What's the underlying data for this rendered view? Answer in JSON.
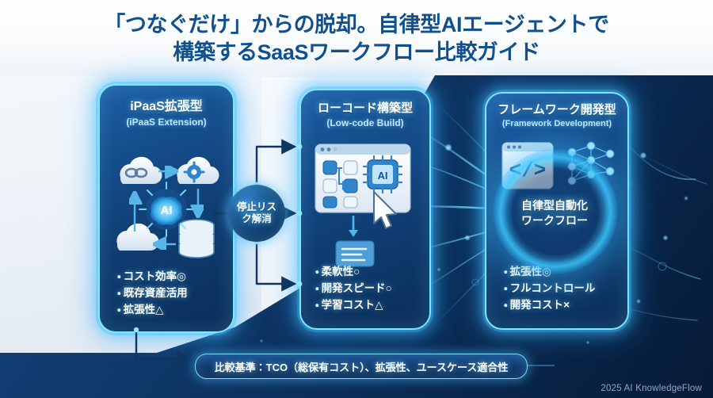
{
  "title": {
    "line1": "「つなぐだけ」からの脱却。自律型AIエージェントで",
    "line2": "構築するSaaSワークフロー比較ガイド"
  },
  "panels": [
    {
      "id": "ipaas",
      "heading": "iPaaS拡張型",
      "subheading": "(iPaaS Extension)",
      "icons": [
        "cloud-link-icon",
        "cloud-gear-icon",
        "ai-brain-icon",
        "cloud-icon",
        "database-icon"
      ],
      "bullets": [
        "コスト効率◎",
        "既存資産活用",
        "拡張性△"
      ]
    },
    {
      "id": "lowcode",
      "heading": "ローコード構築型",
      "subheading": "(Low-code Build)",
      "icons": [
        "browser-window-icon",
        "ai-chip-icon",
        "mouse-cursor-icon",
        "document-card-icon"
      ],
      "bullets": [
        "柔軟性○",
        "開発スピード○",
        "学習コスト△"
      ]
    },
    {
      "id": "framework",
      "heading": "フレームワーク開発型",
      "subheading": "(Framework Development)",
      "icons": [
        "code-window-icon",
        "neural-network-icon"
      ],
      "bullets": [
        "拡張性◎",
        "フルコントロール",
        "開発コスト×"
      ]
    }
  ],
  "connector_node": {
    "label_line1": "停止リス",
    "label_line2": "ク解消"
  },
  "orb": {
    "label_line1": "自律型自動化",
    "label_line2": "ワークフロー"
  },
  "compare_bar": {
    "text": "比較基準：TCO（総保有コスト）、拡張性、ユースケース適合性"
  },
  "watermark": {
    "text": "2025 AI KnowledgeFlow"
  },
  "colors": {
    "title": "#10508f",
    "panel_border": "#7fe6ff",
    "panel_fill_top": "#1d5fa8",
    "panel_fill_bottom": "#0b2e58",
    "accent_cyan": "#46c8ff",
    "background_dark": "#0a2a52",
    "background_light": "#f4f8fb",
    "bullet_text": "#ffffff",
    "subheading_text": "#bfe7ff",
    "watermark_text": "#9ab6d6"
  }
}
